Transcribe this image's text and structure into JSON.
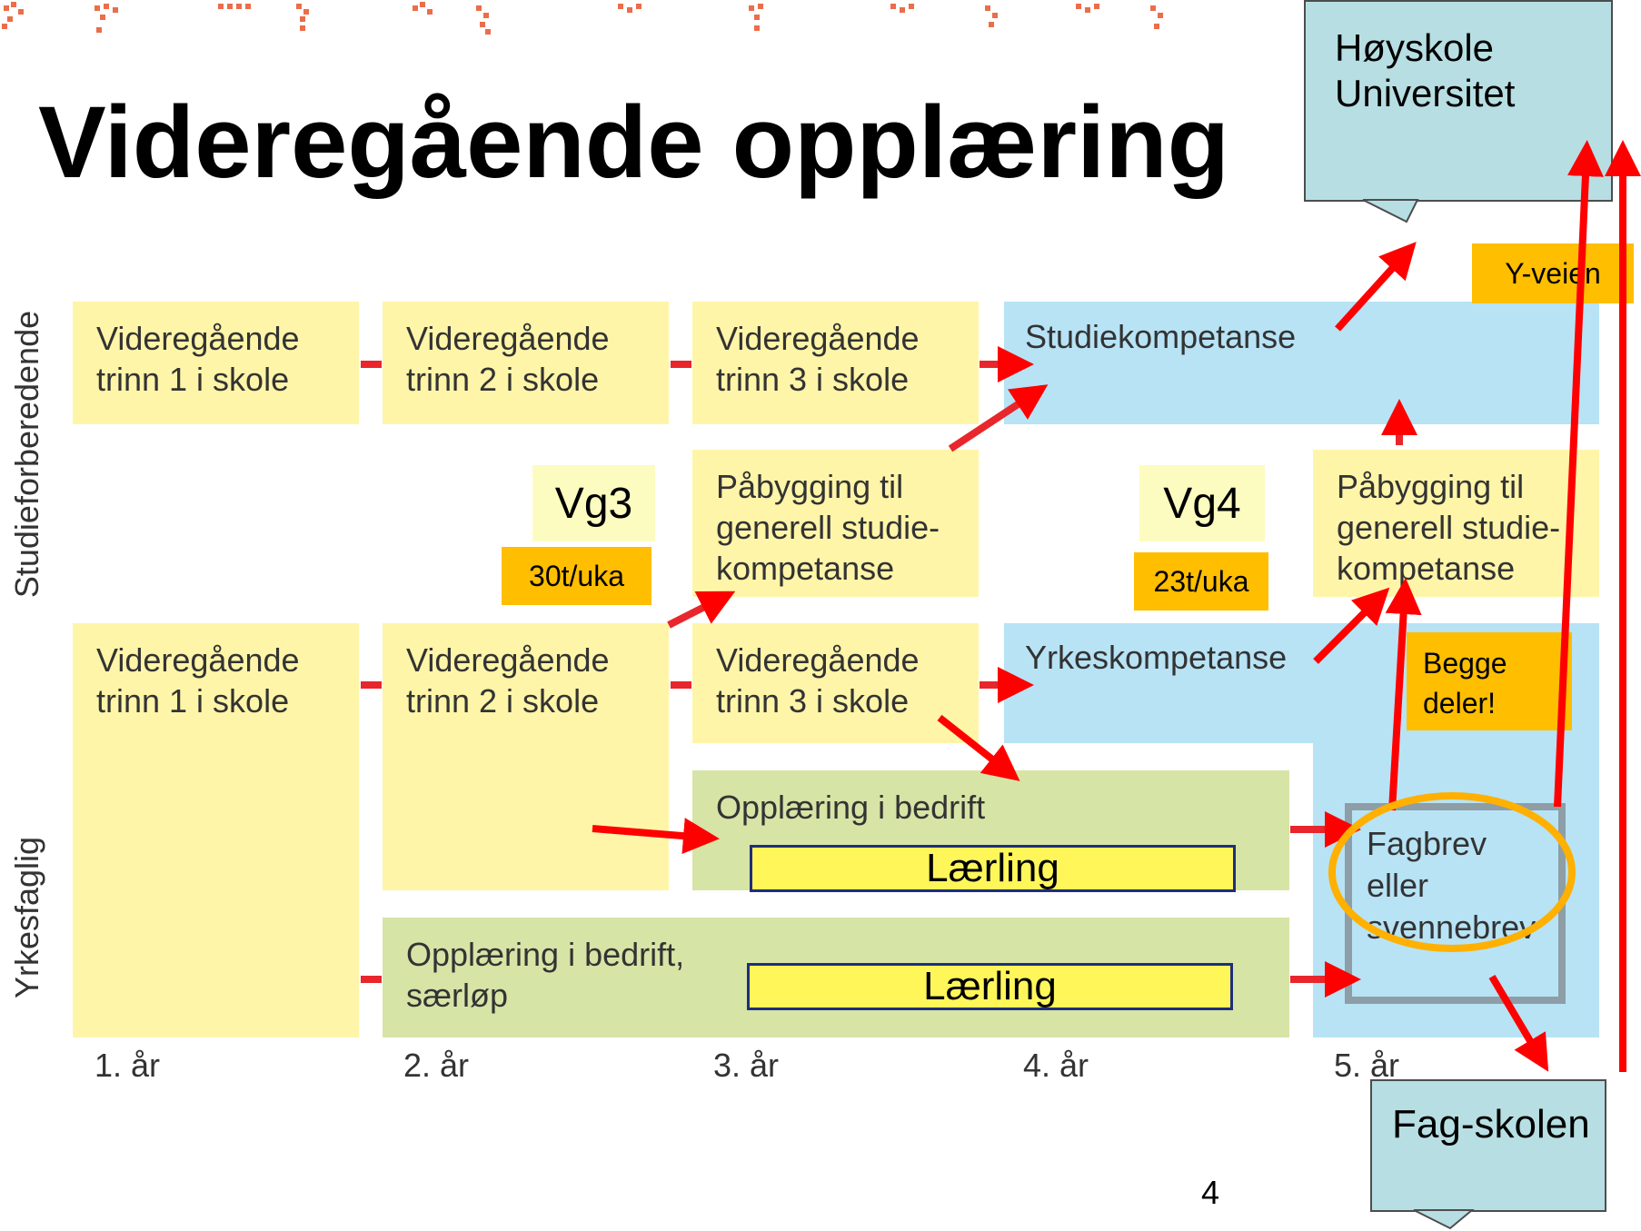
{
  "title": "Videregående opplæring",
  "axis_labels": {
    "top_row": "Studieforberedende",
    "bottom_row": "Yrkesfaglig"
  },
  "years": [
    "1. år",
    "2. år",
    "3. år",
    "4. år",
    "5. år"
  ],
  "boxes": {
    "sf_vg1": "Videregående trinn 1 i skole",
    "sf_vg2": "Videregående trinn 2 i skole",
    "sf_vg3": "Videregående trinn 3 i skole",
    "studiekompetanse": "Studiekompetanse",
    "pabygging_1": "Påbygging til generell studie-kompetanse",
    "pabygging_2": "Påbygging til generell studie-kompetanse",
    "yf_vg1": "Videregående trinn 1 i skole",
    "yf_vg2": "Videregående trinn 2 i skole",
    "yf_vg3": "Videregående trinn 3 i skole",
    "yrkeskompetanse": "Yrkeskompetanse",
    "opplaering_bedrift": "Opplæring i bedrift",
    "opplaering_saerlop": "Opplæring i bedrift, særløp",
    "fagbrev": "Fagbrev eller svennebrev"
  },
  "labels": {
    "vg3": "Vg3",
    "vg4": "Vg4",
    "hours_30": "30t/uka",
    "hours_23": "23t/uka",
    "y_veien": "Y-veien",
    "begge_deler": "Begge deler!",
    "larling_1": "Lærling",
    "larling_2": "Lærling",
    "hoyskole_line1": "Høyskole",
    "hoyskole_line2": "Universitet",
    "fagskolen": "Fag-skolen",
    "page_number": "4"
  },
  "colors": {
    "yellow": "#fff5a8",
    "blue": "#b7e3f5",
    "green": "#d6e4a6",
    "orange": "#ffbe00",
    "arrow_red": "#ff0000",
    "connector_red": "#e8262b",
    "callout": "#b7dfe3",
    "circle": "#ffb000"
  }
}
